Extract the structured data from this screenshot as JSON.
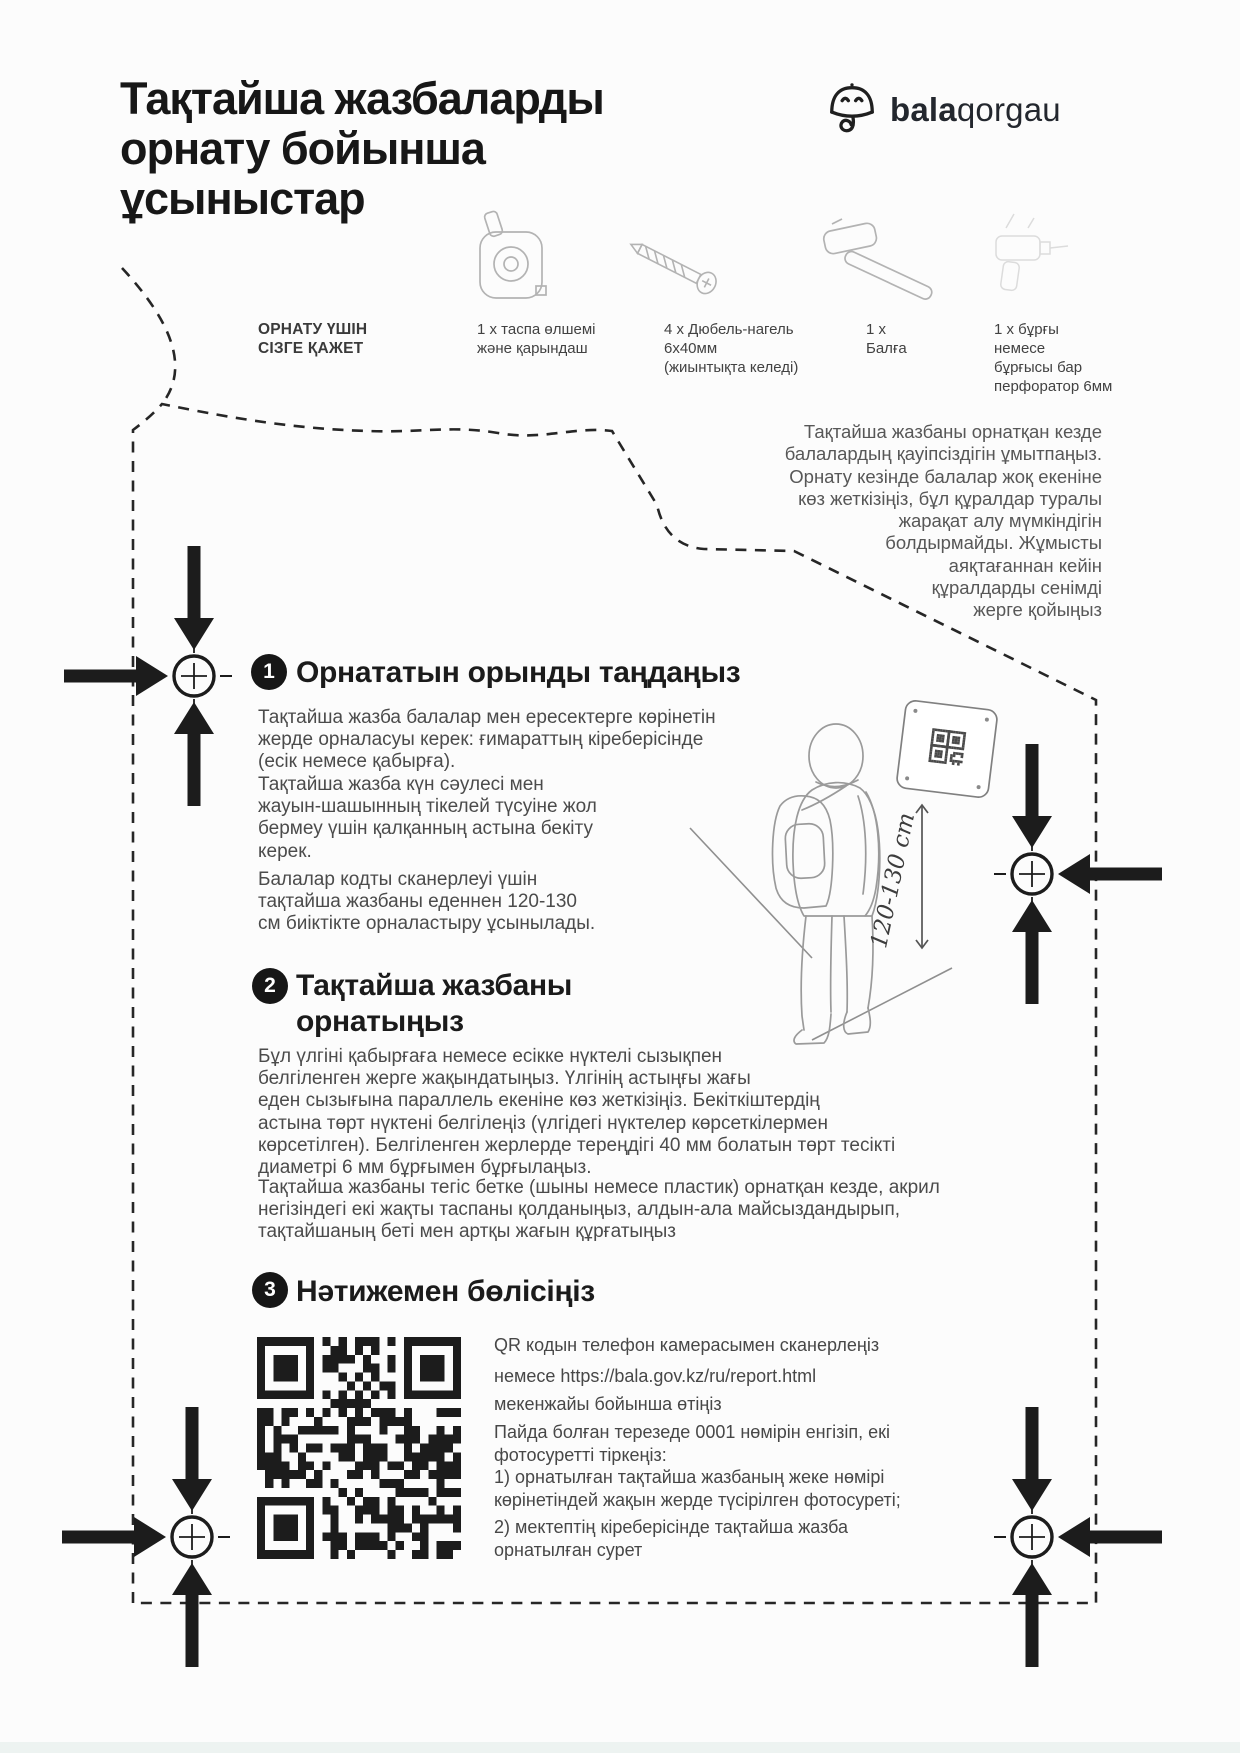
{
  "page": {
    "title": "Тақтайша жазбаларды орнату бойынша ұсыныстар"
  },
  "brand": {
    "icon": "umbrella-smile-icon",
    "bold": "bala",
    "light": "qorgau"
  },
  "tools": {
    "header": "ОРНАТУ ҮШІН\nСІЗГЕ ҚАЖЕТ",
    "items": [
      {
        "icon": "tape-measure-icon",
        "label": "1 х таспа өлшемі\nжәне қарындаш"
      },
      {
        "icon": "dowel-screw-icon",
        "label": "4 х Дюбель-нагель\n6х40мм\n(жиынтықта келеді)"
      },
      {
        "icon": "hammer-icon",
        "label": "1 х\nБалға"
      },
      {
        "icon": "drill-icon",
        "label": "1 х бұрғы\nнемесе\nбұрғысы бар\nперфоратор 6мм"
      }
    ]
  },
  "safety_note": "Тақтайша жазбаны орнатқан кезде\nбалалардың қауіпсіздігін ұмытпаңыз.\nОрнату кезінде балалар жоқ екеніне\nкөз жеткізіңіз, бұл құралдар туралы\nжарақат алу мүмкіндігін\nболдырмайды. Жұмысты\nаяқтағаннан кейін\nқұралдарды сенімді\nжерге қойыңыз",
  "sections": [
    {
      "number": "1",
      "title": "Орнататын орынды таңдаңыз",
      "paragraphs": [
        "Тақтайша жазба балалар мен ересектерге көрінетін\nжерде орналасуы керек: ғимараттың кіреберісінде\n(есік немесе қабырға).",
        "Тақтайша жазба күн сәулесі мен\nжауын-шашынның тікелей түсуіне жол\nбермеу үшін қалқанның астына бекіту\nкерек.",
        "Балалар кодты сканерлеуі үшін\nтақтайша жазбаны еденнен 120-130\nсм биіктікте орналастыру ұсынылады."
      ]
    },
    {
      "number": "2",
      "title": "Тақтайша жазбаны\nорнатыңыз",
      "paragraphs": [
        "Бұл үлгіні қабырғаға немесе есікке нүктелі сызықпен\nбелгіленген жерге жақындатыңыз. Үлгінің астыңғы жағы\nеден сызығына параллель екеніне көз жеткізіңіз. Бекіткіштердің\nастына төрт нүктені белгілеңіз (үлгідегі нүктелер көрсеткілермен\nкөрсетілген). Белгіленген жерлерде тереңдігі 40 мм болатын төрт тесікті\nдиаметрі 6 мм бұрғымен бұрғылаңыз.",
        "Тақтайша жазбаны тегіс бетке (шыны немесе пластик) орнатқан кезде, акрил\nнегізіндегі екі жақты таспаны қолданыңыз, алдын-ала майсыздандырып,\nтақтайшаның беті мен артқы жағын құрғатыңыз"
      ]
    },
    {
      "number": "3",
      "title": "Нәтижемен бөлісіңіз",
      "lines": [
        "QR кодын телефон камерасымен сканерлеңіз",
        "немесе https://bala.gov.kz/ru/report.html",
        "мекенжайы бойынша өтіңіз",
        "Пайда болған терезеде 0001 нөмірін енгізіп, екі\nфотосуретті тіркеңіз:",
        "1) орнатылған тақтайша жазбаның жеке нөмірі\nкөрінетіндей жақын жерде түсірілген фотосуреті;",
        "2) мектептің кіреберісінде тақтайша жазба\nорнатылған сурет"
      ]
    }
  ],
  "illustration": {
    "height_label": "120-130 cm",
    "elements": [
      "person-outline",
      "qr-sign-plate",
      "height-dimension-arrow"
    ]
  },
  "colors": {
    "ink": "#1c1c1c",
    "body_text": "#4b4b4b",
    "outline_gray": "#9a9a9a",
    "tool_icon_gray": "#b3b3b3"
  }
}
